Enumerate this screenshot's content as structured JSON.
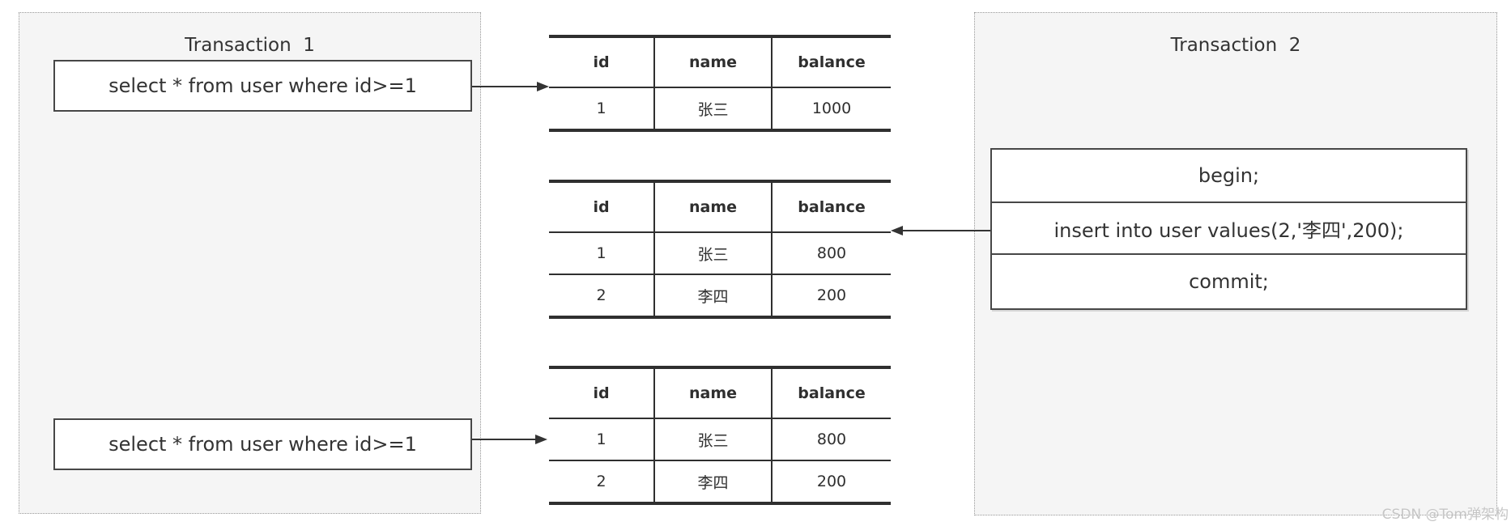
{
  "diagram": {
    "transaction1": {
      "title": "Transaction  1",
      "query_top": "select * from user where id>=1",
      "query_bottom": "select * from user where id>=1"
    },
    "transaction2": {
      "title": "Transaction  2",
      "statements": [
        "begin;",
        "insert into user values(2,'李四',200);",
        "commit;"
      ]
    },
    "tables": [
      {
        "headers": [
          "id",
          "name",
          "balance"
        ],
        "rows": [
          [
            "1",
            "张三",
            "1000"
          ]
        ]
      },
      {
        "headers": [
          "id",
          "name",
          "balance"
        ],
        "rows": [
          [
            "1",
            "张三",
            "800"
          ],
          [
            "2",
            "李四",
            "200"
          ]
        ]
      },
      {
        "headers": [
          "id",
          "name",
          "balance"
        ],
        "rows": [
          [
            "1",
            "张三",
            "800"
          ],
          [
            "2",
            "李四",
            "200"
          ]
        ]
      }
    ],
    "colors": {
      "lane_background": "#f5f5f5",
      "lane_border": "#9a9a9a",
      "line": "#333333",
      "table_rule": "#2f2f2f",
      "watermark": "#c5c5c5"
    },
    "watermark": "CSDN @Tom弹架构"
  }
}
